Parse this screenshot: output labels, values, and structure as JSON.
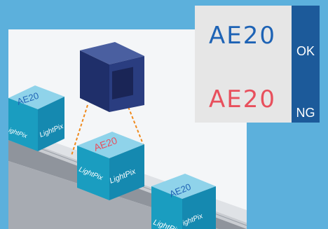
{
  "panel": {
    "ok_code": "AE20",
    "ok_label": "OK",
    "ng_code": "AE20",
    "ng_label": "NG"
  },
  "boxes": [
    {
      "code": "AE20",
      "brand": "LightPix",
      "code_color": "#1e63b5",
      "side_text": "ightPix"
    },
    {
      "code": "AE20",
      "brand": "LightPix",
      "code_color": "#e8505d",
      "side_text": "LightPix"
    },
    {
      "code": "AE20",
      "brand": "LightPix",
      "code_color": "#1e63b5",
      "side_text": "ightPix"
    }
  ],
  "colors": {
    "background": "#5cb0dc",
    "ok": "#1e63b5",
    "ng": "#e8505d",
    "status_column": "#1c5a9a",
    "box_face": "#1a9dc0"
  },
  "icons": {
    "scanner": "scanner-camera-icon"
  }
}
